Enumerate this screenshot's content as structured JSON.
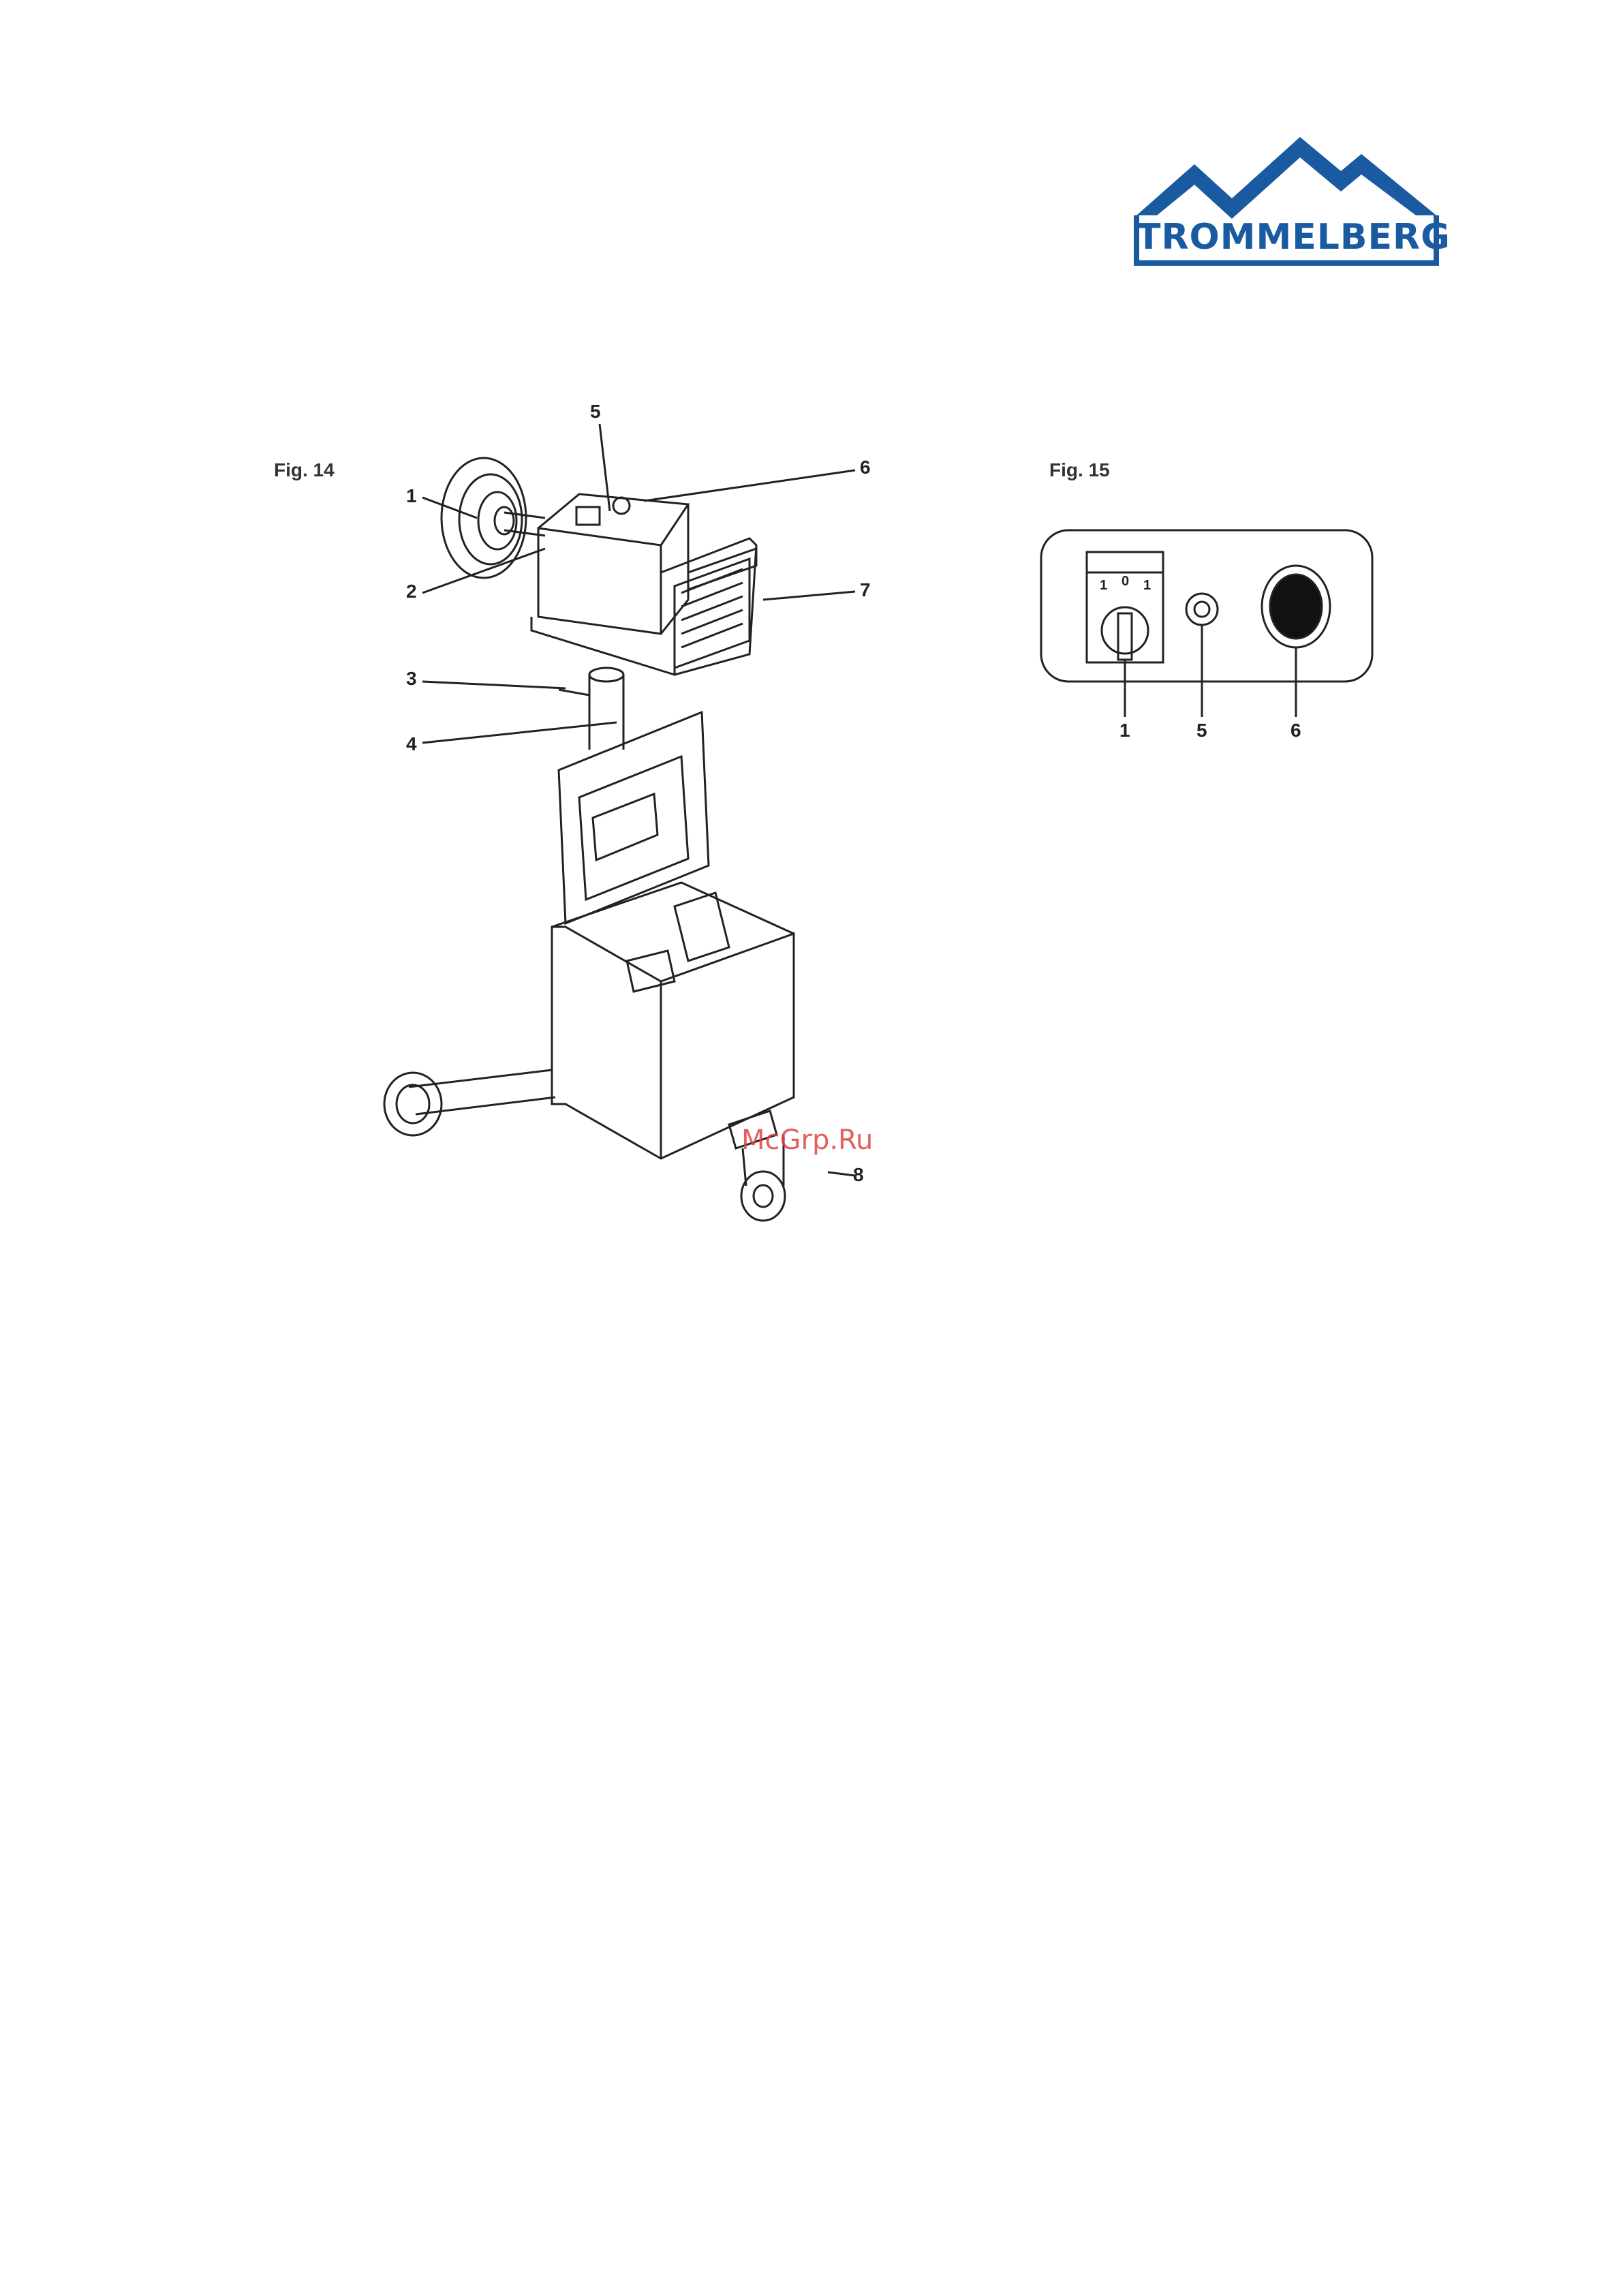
{
  "brand": {
    "name": "TROMMELBERG",
    "color": "#1a5aa0"
  },
  "figures": {
    "fig14": {
      "label": "Fig. 14",
      "callouts": [
        "1",
        "2",
        "3",
        "4",
        "5",
        "6",
        "7",
        "8"
      ]
    },
    "fig15": {
      "label": "Fig. 15",
      "switch_marks": [
        "1",
        "0",
        "1"
      ],
      "callouts": [
        "1",
        "5",
        "6"
      ]
    }
  },
  "watermark": "McGrp.Ru"
}
